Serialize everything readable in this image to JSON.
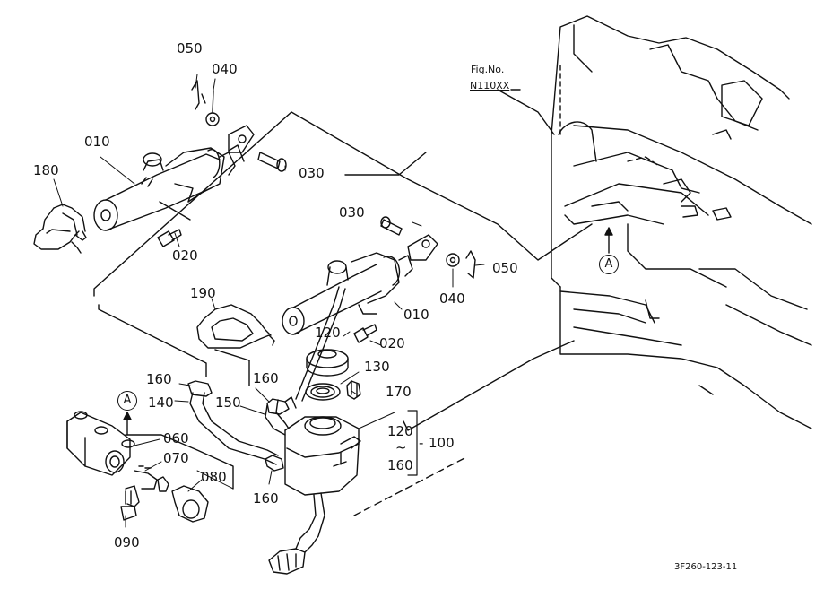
{
  "figure": {
    "fig_no_label": "Fig.No.",
    "fig_no_value": "N110XX",
    "drawing_code": "3F260-123-11"
  },
  "callouts": {
    "p050_top": "050",
    "p040_top": "040",
    "p010_top": "010",
    "p180": "180",
    "p030_top": "030",
    "p020_top": "020",
    "p030_mid": "030",
    "p050_mid": "050",
    "p040_mid": "040",
    "p010_mid": "010",
    "p190": "190",
    "p120": "120",
    "p020_mid": "020",
    "p130": "130",
    "p160_a": "160",
    "p140": "140",
    "p160_b": "160",
    "p150": "150",
    "p170": "170",
    "p060": "060",
    "p070": "070",
    "p080": "080",
    "p090": "090",
    "p160_c": "160",
    "range_start": "120",
    "range_tilde": "~",
    "range_end": "160",
    "assembly": "100"
  },
  "view_markers": {
    "a_right": "A",
    "a_left": "A"
  }
}
